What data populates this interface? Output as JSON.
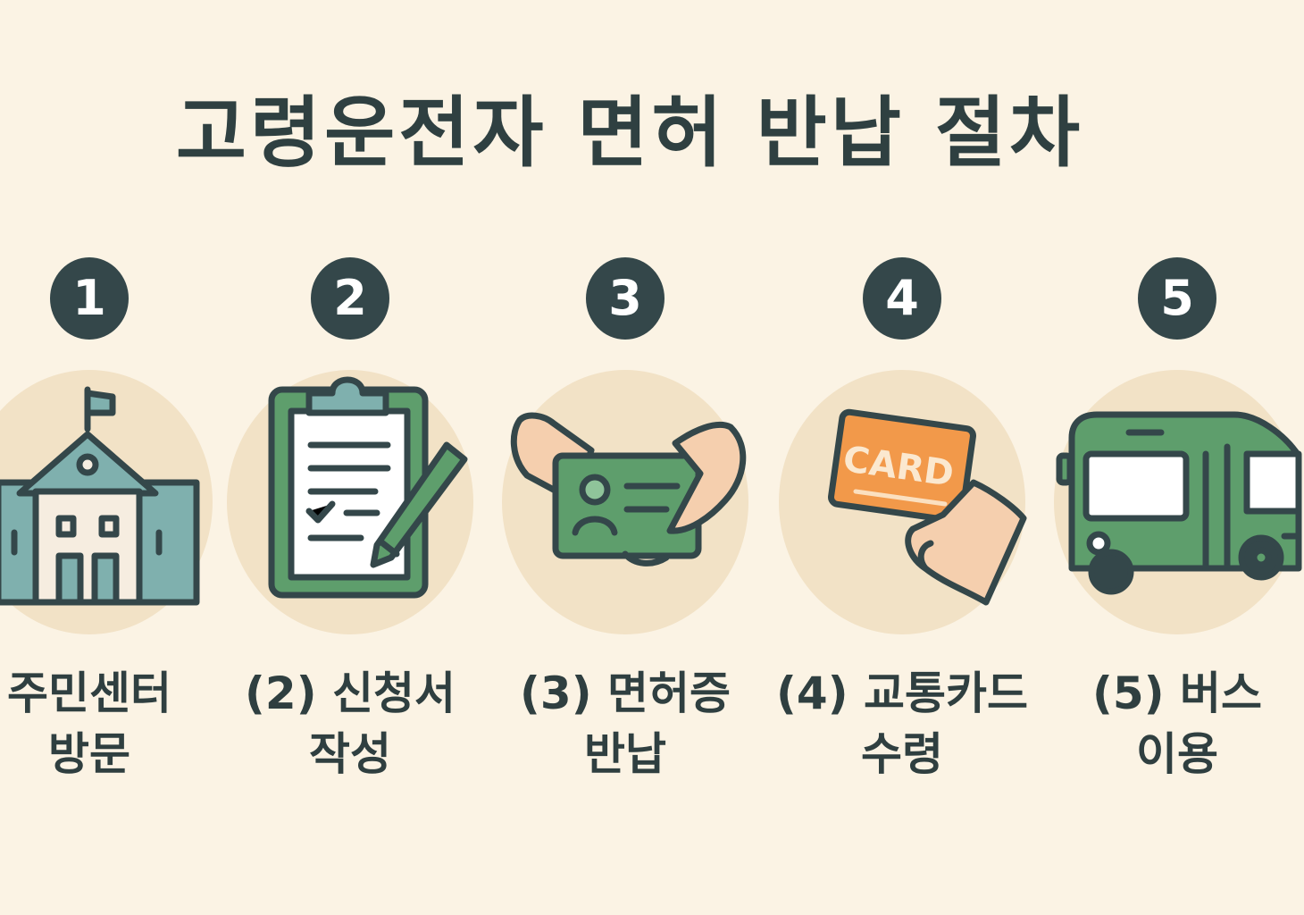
{
  "title": "고령운전자 면허 반납 절차",
  "steps": [
    {
      "number": "1",
      "label_line1": "주민센터",
      "label_line2": "방문"
    },
    {
      "number": "2",
      "label_line1": "(2) 신청서",
      "label_line2": "작성"
    },
    {
      "number": "3",
      "label_line1": "(3) 면허증",
      "label_line2": "반납"
    },
    {
      "number": "4",
      "label_line1": "(4) 교통카드",
      "label_line2": "수령",
      "card_text": "CARD"
    },
    {
      "number": "5",
      "label_line1": "(5) 버스",
      "label_line2": "이용"
    }
  ],
  "colors": {
    "background": "#fbf3e4",
    "circle": "#f2e2c6",
    "badge": "#34474a",
    "green": "#5e9e6c",
    "teal": "#7fb0ae",
    "orange": "#f2994a",
    "skin": "#f5cfae",
    "outline": "#34474a"
  },
  "icons": [
    "building-icon",
    "clipboard-pen-icon",
    "license-handover-icon",
    "transit-card-icon",
    "bus-icon"
  ]
}
